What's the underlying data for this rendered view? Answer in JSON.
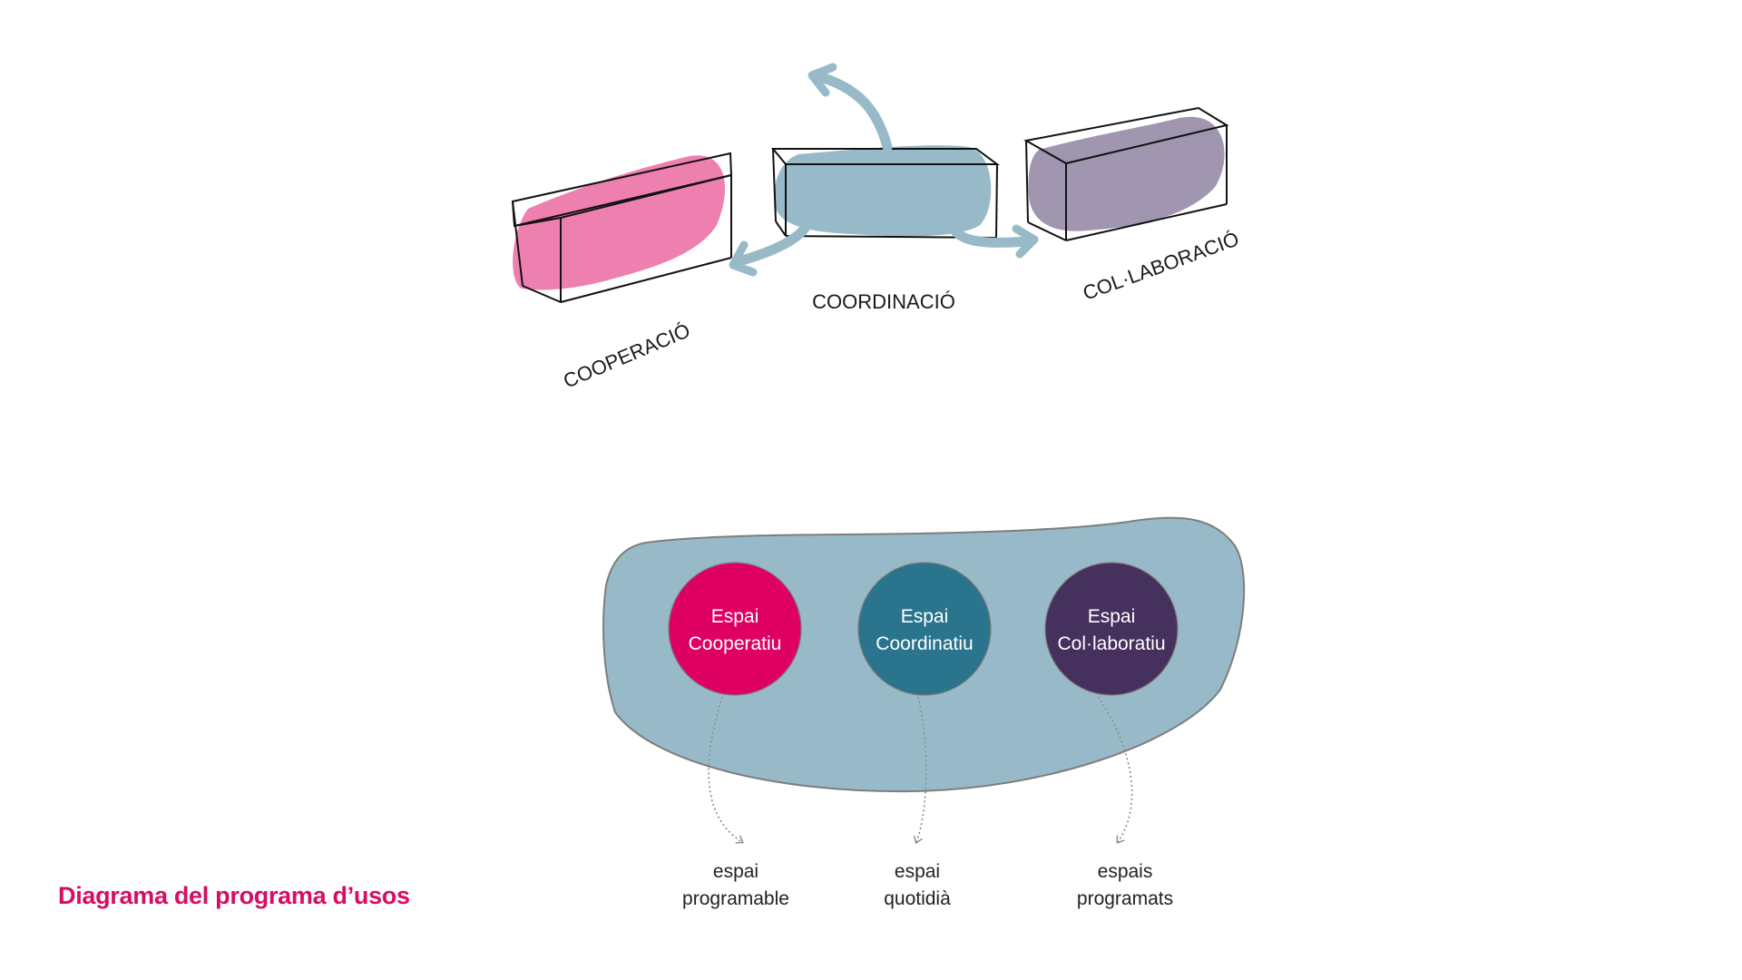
{
  "title": "Diagrama del programa d’usos",
  "colors": {
    "title": "#d90c63",
    "cooperacio_fill": "#ee80b0",
    "coordinacio_fill": "#98bac8",
    "collaboracio_fill": "#a096b0",
    "arrow": "#98bac8",
    "blob_fill": "#98bac8",
    "blob_stroke": "#7e7e7e",
    "circle_cooperatiu": "#df0063",
    "circle_coordinatiu": "#2a748e",
    "circle_collaboratiu": "#46305e",
    "box_stroke": "#111111",
    "dotted_arrow": "#8a8a8a"
  },
  "boxes": {
    "cooperacio": {
      "label": "COOPERACIÓ"
    },
    "coordinacio": {
      "label": "COORDINACIÓ"
    },
    "collaboracio": {
      "label": "COL·LABORACIÓ"
    }
  },
  "circles": {
    "cooperatiu": {
      "line1": "Espai",
      "line2": "Cooperatiu"
    },
    "coordinatiu": {
      "line1": "Espai",
      "line2": "Coordinatiu"
    },
    "collaboratiu": {
      "line1": "Espai",
      "line2": "Col·laboratiu"
    }
  },
  "captions": {
    "programable": {
      "line1": "espai",
      "line2": "programable"
    },
    "quotidia": {
      "line1": "espai",
      "line2": "quotidià"
    },
    "programats": {
      "line1": "espais",
      "line2": "programats"
    }
  }
}
